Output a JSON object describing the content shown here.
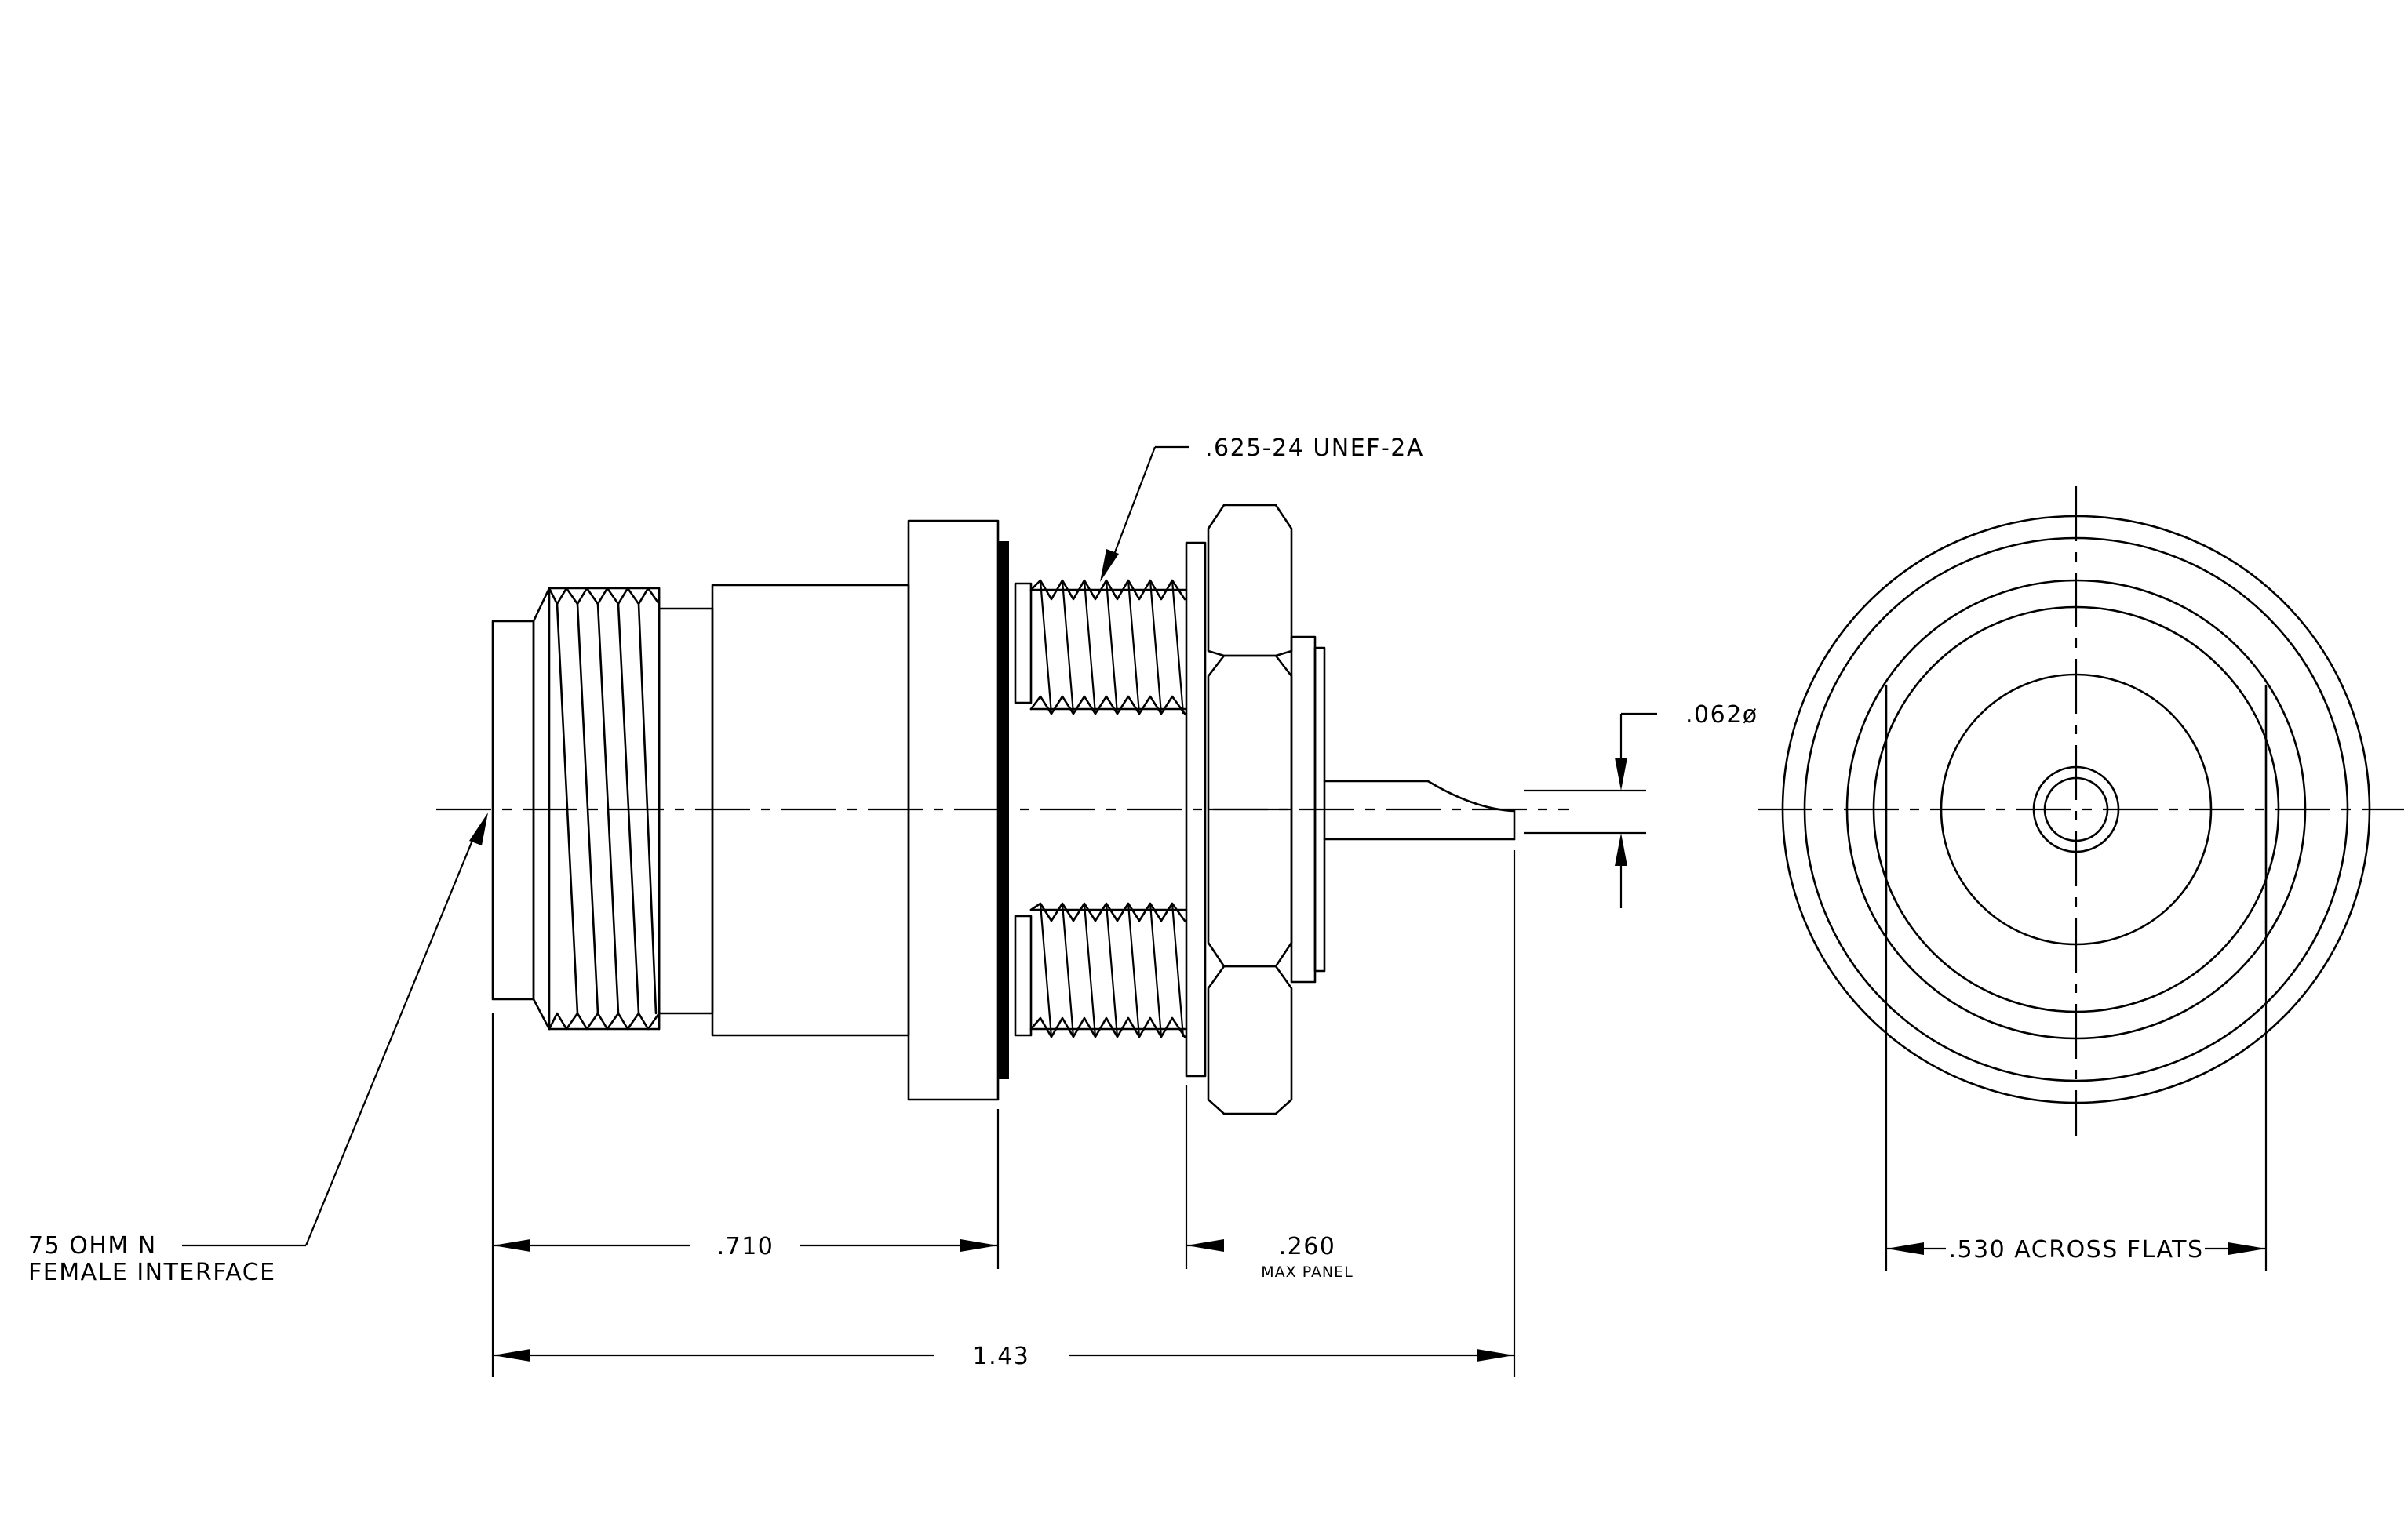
{
  "labels": {
    "thread_spec": ".625-24 UNEF-2A",
    "pin_diameter": ".062ø",
    "interface_line1": "75 OHM N",
    "interface_line2": "FEMALE INTERFACE",
    "dim_front": ".710",
    "dim_panel": ".260",
    "dim_panel_note": "MAX PANEL",
    "dim_overall": "1.43",
    "dim_flats": ".530 ACROSS FLATS"
  }
}
